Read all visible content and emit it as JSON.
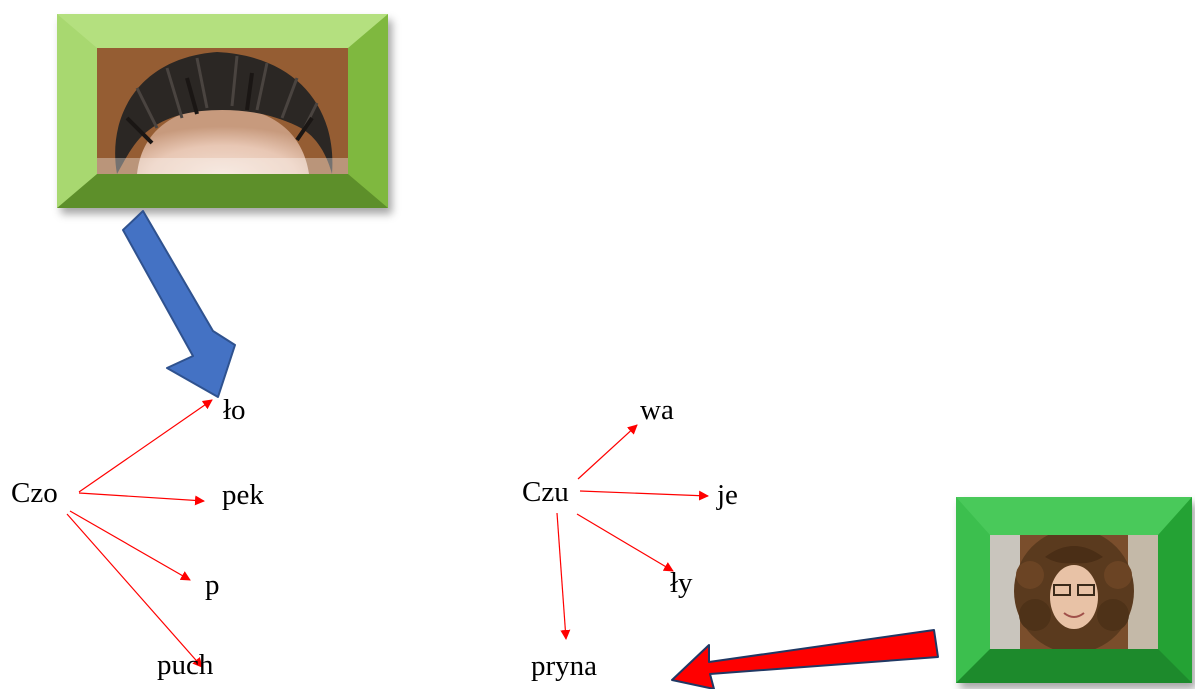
{
  "diagram": {
    "left_group": {
      "root": "Czo",
      "endings": [
        "ło",
        "pek",
        "p",
        "puch"
      ]
    },
    "right_group": {
      "root": "Czu",
      "endings": [
        "wa",
        "je",
        "ły",
        "pryna"
      ]
    }
  },
  "images": {
    "top_photo_icon": "hair-forehead-photo",
    "right_photo_icon": "curly-hair-girl-photo"
  },
  "colors": {
    "thin_arrow": "#ff0000",
    "blue_arrow": "#4472c4",
    "red_arrow": "#ff0000",
    "top_frame": "#92d050",
    "right_frame": "#22b14c"
  }
}
